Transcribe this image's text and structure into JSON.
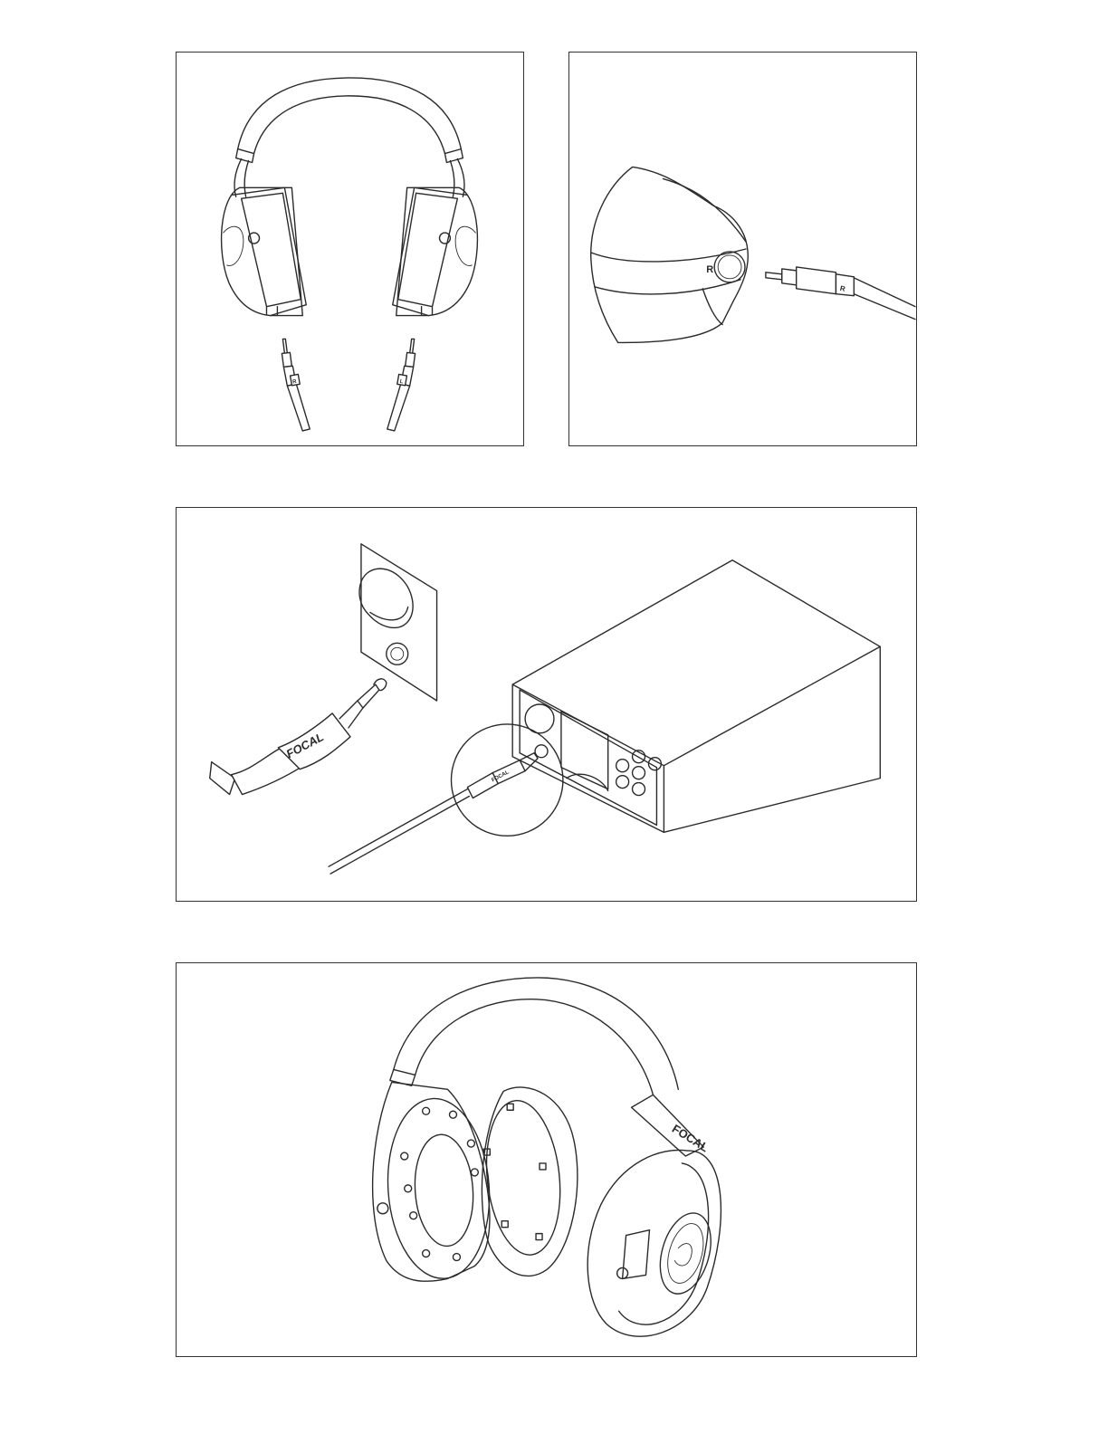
{
  "panels": {
    "detach_cables": {
      "plug_right_letter": "R",
      "plug_left_letter": "L"
    },
    "connect_cable": {
      "earcup_socket_letter": "R",
      "plug_letter": "R"
    },
    "connect_amplifier": {
      "jack_brand": "FOCAL",
      "mini_plug_brand": "FOCAL"
    },
    "replace_ear_pads": {
      "headband_brand": "FOCAL"
    }
  }
}
